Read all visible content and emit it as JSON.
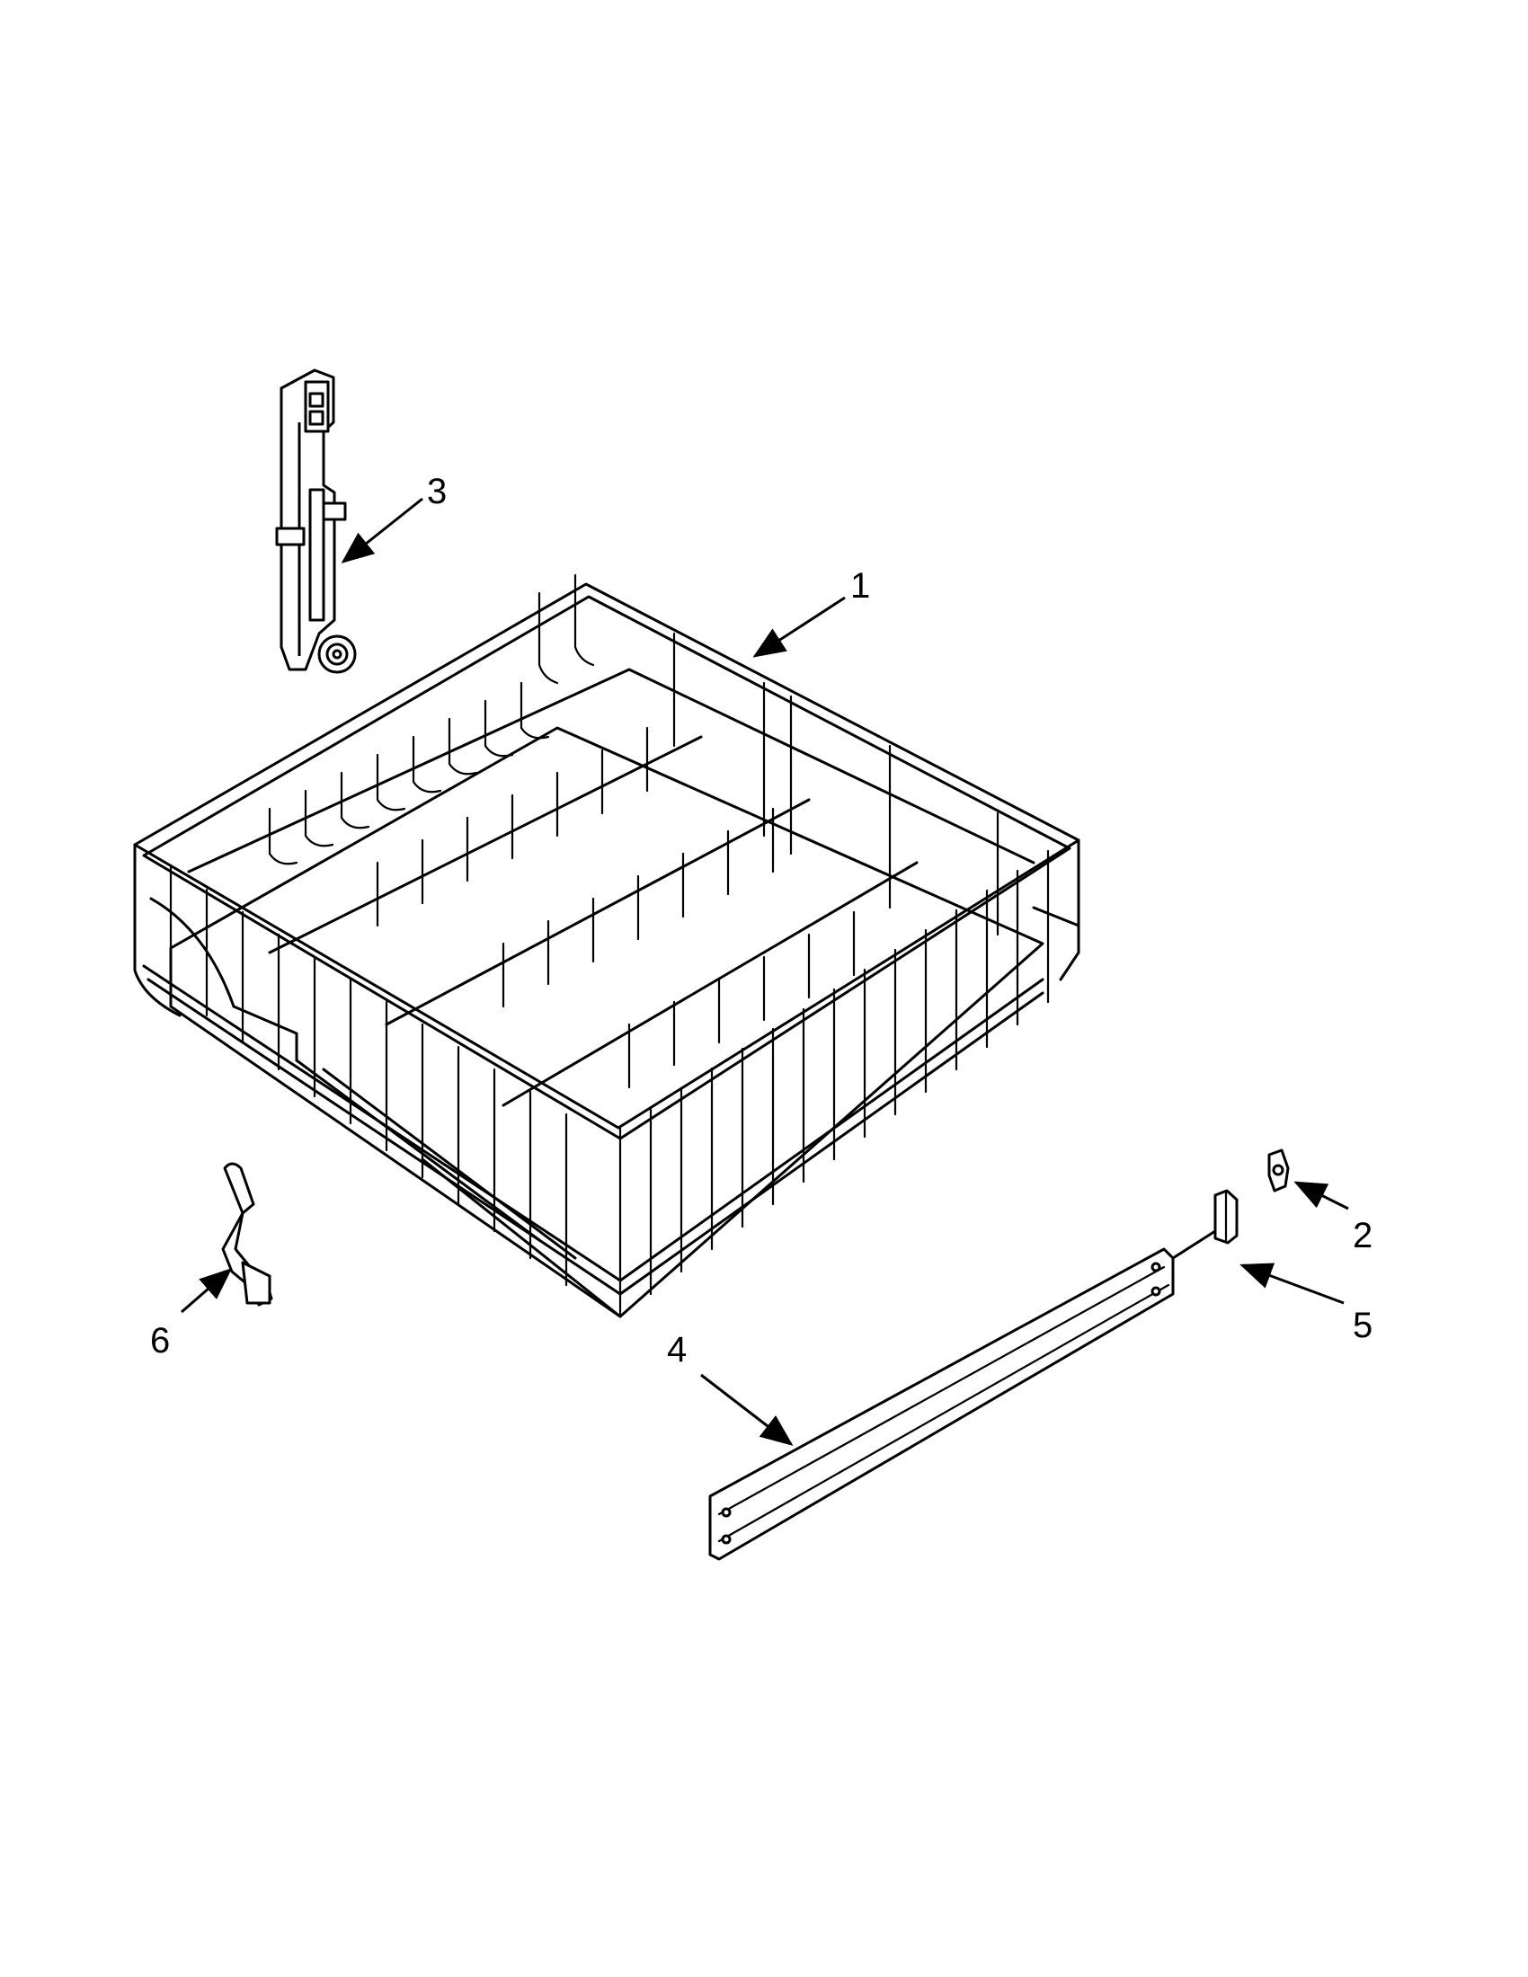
{
  "diagram": {
    "callouts": [
      {
        "id": "1",
        "label": "1"
      },
      {
        "id": "2",
        "label": "2"
      },
      {
        "id": "3",
        "label": "3"
      },
      {
        "id": "4",
        "label": "4"
      },
      {
        "id": "5",
        "label": "5"
      },
      {
        "id": "6",
        "label": "6"
      }
    ],
    "parts": [
      {
        "callout": "1",
        "icon": "dishrack-icon"
      },
      {
        "callout": "2",
        "icon": "clip-icon"
      },
      {
        "callout": "3",
        "icon": "rack-adjuster-icon"
      },
      {
        "callout": "4",
        "icon": "rail-icon"
      },
      {
        "callout": "5",
        "icon": "stop-clip-icon"
      },
      {
        "callout": "6",
        "icon": "hook-clip-icon"
      }
    ]
  }
}
